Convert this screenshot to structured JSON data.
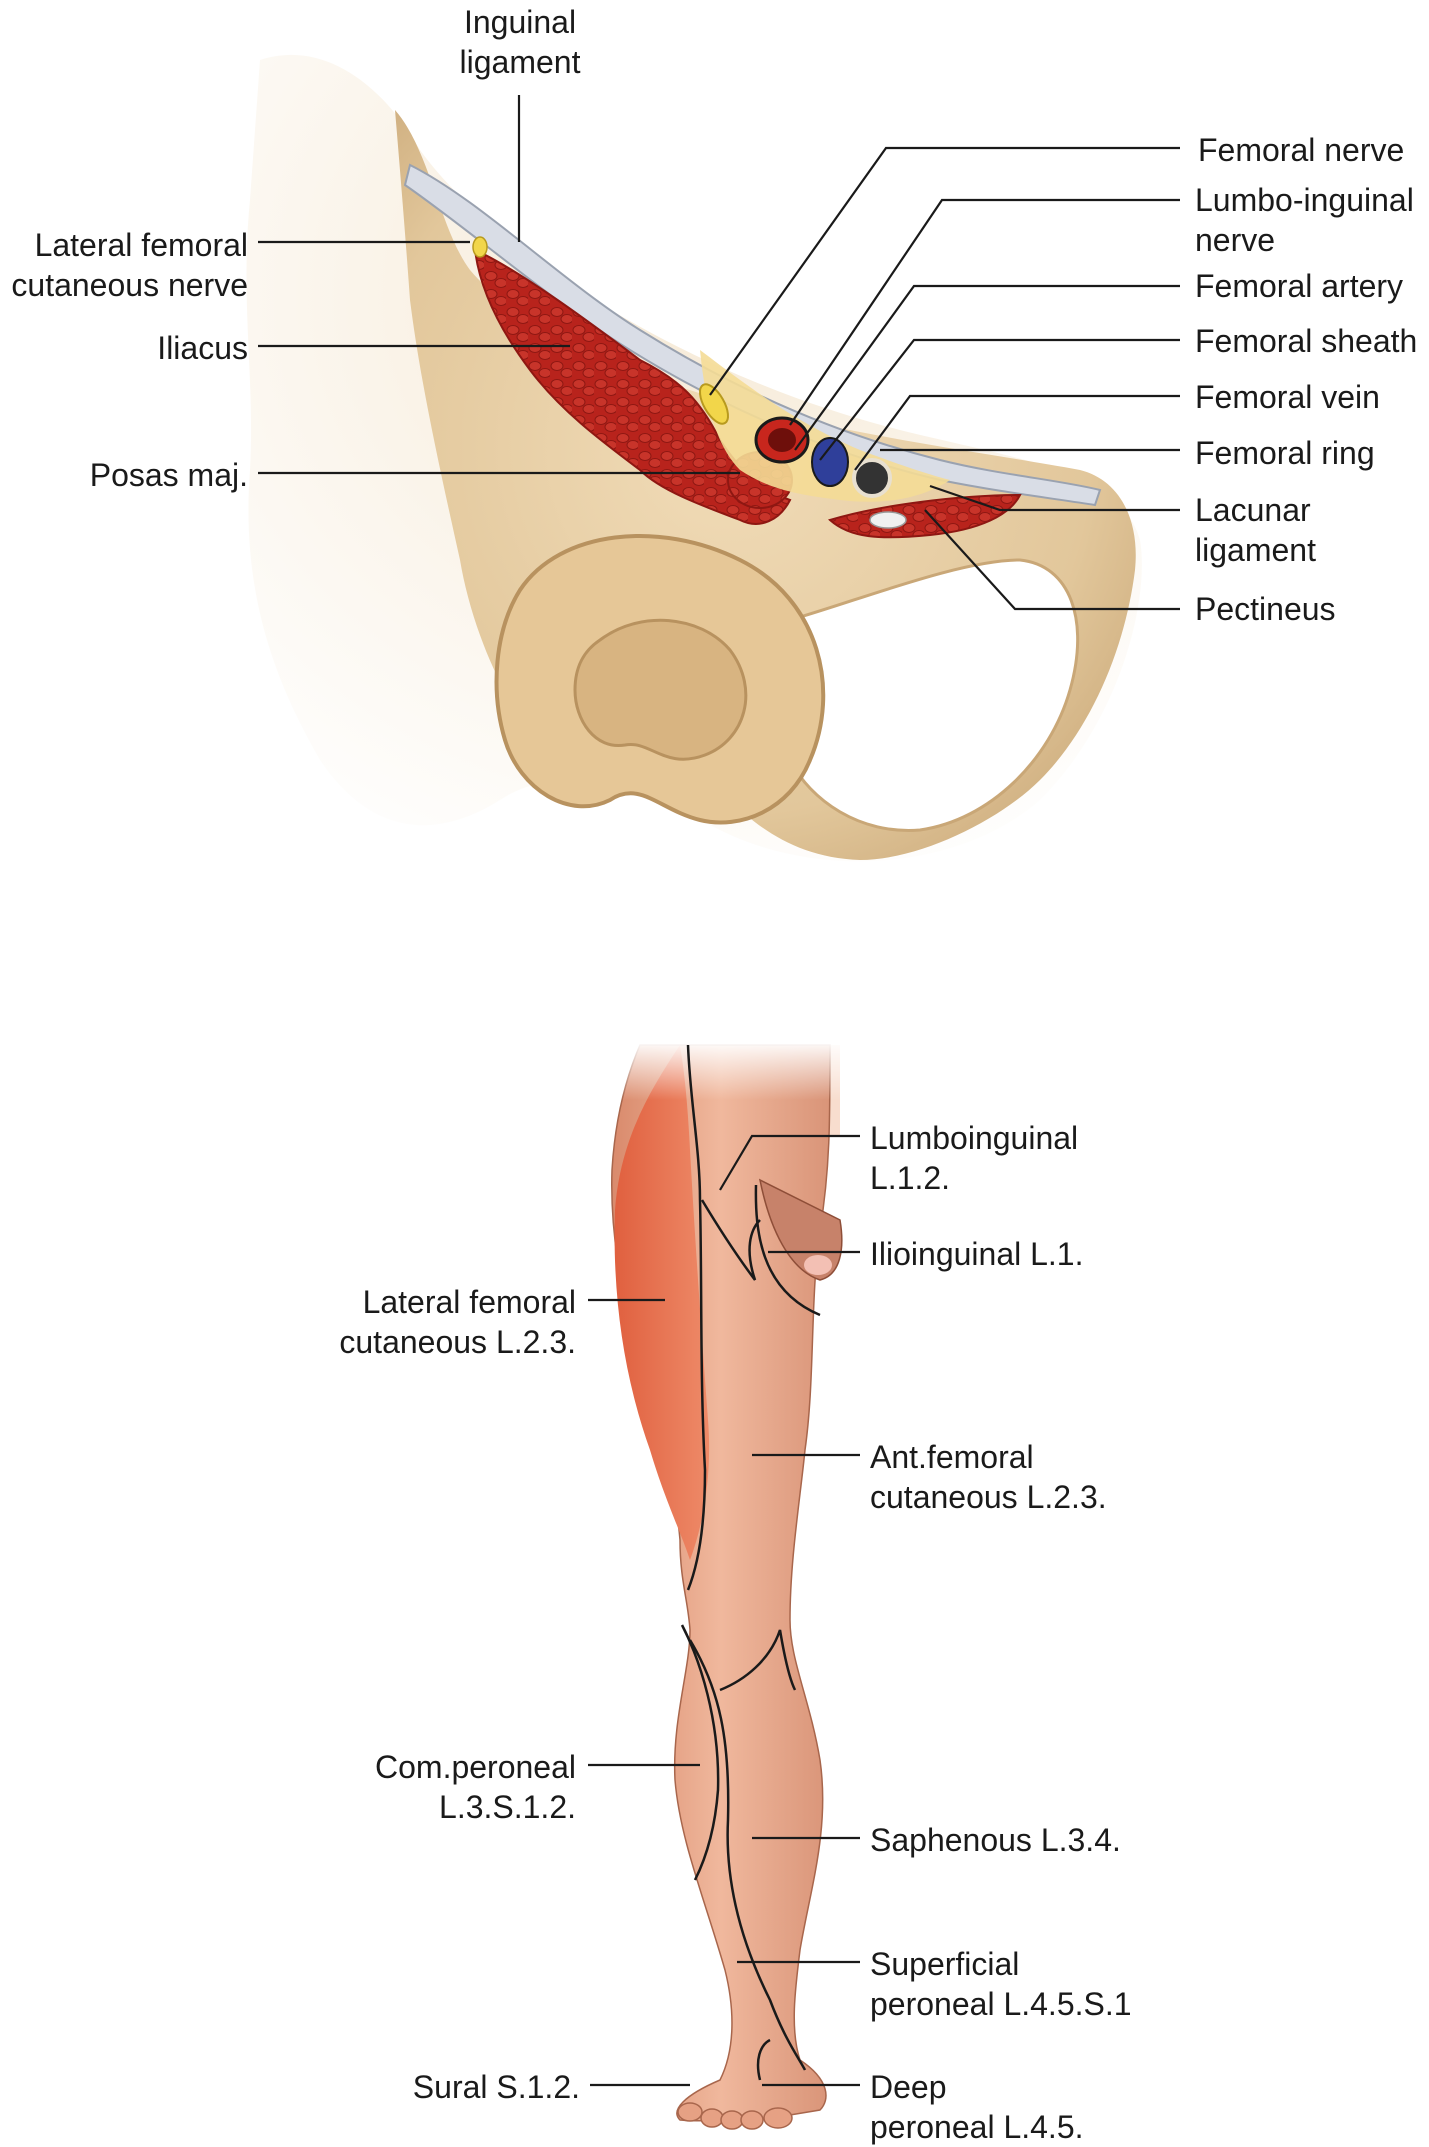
{
  "pelvis_labels": {
    "inguinal_ligament": [
      "Inguinal",
      "ligament"
    ],
    "lateral_femoral_cutaneous_nerve": [
      "Lateral femoral",
      "cutaneous nerve"
    ],
    "iliacus": [
      "Iliacus"
    ],
    "psoas_major": [
      "Posas maj."
    ],
    "femoral_nerve": [
      "Femoral nerve"
    ],
    "lumbo_inguinal_nerve": [
      "Lumbo-inguinal",
      "nerve"
    ],
    "femoral_artery": [
      "Femoral artery"
    ],
    "femoral_sheath": [
      "Femoral sheath"
    ],
    "femoral_vein": [
      "Femoral vein"
    ],
    "femoral_ring": [
      "Femoral ring"
    ],
    "lacunar_ligament": [
      "Lacunar",
      "ligament"
    ],
    "pectineus": [
      "Pectineus"
    ]
  },
  "leg_labels": {
    "lumboinguinal": [
      "Lumboinguinal",
      "L.1.2."
    ],
    "ilioinguinal": [
      "Ilioinguinal L.1."
    ],
    "lateral_femoral_cutaneous": [
      "Lateral femoral",
      "cutaneous L.2.3."
    ],
    "anterior_femoral_cutaneous": [
      "Ant.femoral",
      "cutaneous L.2.3."
    ],
    "common_peroneal": [
      "Com.peroneal",
      "L.3.S.1.2."
    ],
    "saphenous": [
      "Saphenous L.3.4."
    ],
    "superficial_peroneal": [
      "Superficial",
      "peroneal L.4.5.S.1"
    ],
    "sural": [
      "Sural S.1.2."
    ],
    "deep_peroneal": [
      "Deep",
      "peroneal L.4.5."
    ]
  },
  "colors": {
    "bone": "#e7cfa6",
    "bone_shadow": "#c9a777",
    "muscle": "#b8231c",
    "ligament": "#d9dde6",
    "nerve": "#f2d64a",
    "artery": "#c8261d",
    "vein": "#2f3f9a",
    "skin": "#e9a98c",
    "lateral_zone": "#e0603f",
    "leader": "#1a1a1a"
  }
}
